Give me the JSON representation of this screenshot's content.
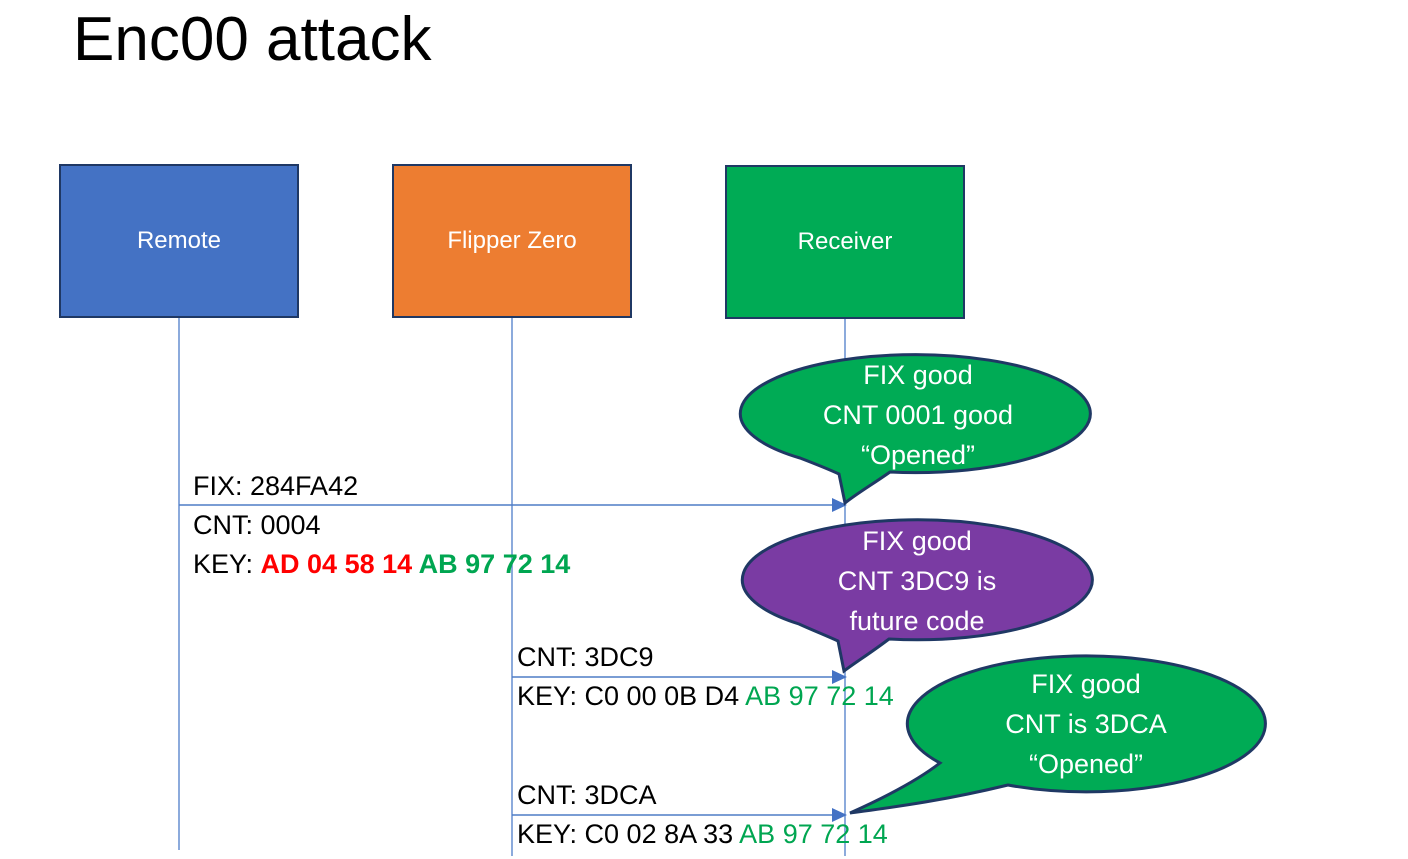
{
  "slide": {
    "title": "Enc00 attack"
  },
  "actors": [
    {
      "id": "remote",
      "label": "Remote",
      "fill": "#4472C4"
    },
    {
      "id": "flipper-zero",
      "label": "Flipper Zero",
      "fill": "#ED7D31"
    },
    {
      "id": "receiver",
      "label": "Receiver",
      "fill": "#00AB55"
    }
  ],
  "messages": [
    {
      "from": "remote",
      "to": "receiver",
      "above": "FIX: 284FA42",
      "below_line1": "CNT: 0004",
      "key_prefix": "KEY: ",
      "key_red": "AD 04 58 14 ",
      "key_green": "AB 97 72 14"
    },
    {
      "from": "flipper-zero",
      "to": "receiver",
      "above": "CNT: 3DC9",
      "key_prefix": "KEY: C0 00 0B D4 ",
      "key_green": "AB 97 72 14"
    },
    {
      "from": "flipper-zero",
      "to": "receiver",
      "above": "CNT: 3DCA",
      "key_prefix": "KEY: C0 02 8A 33 ",
      "key_green": "AB 97 72 14"
    }
  ],
  "callouts": [
    {
      "color": "#00AB55",
      "lines": [
        "FIX good",
        "CNT 0001 good",
        "“Opened”"
      ]
    },
    {
      "color": "#7A3BA3",
      "lines": [
        "FIX good",
        "CNT 3DC9 is",
        "future code"
      ]
    },
    {
      "color": "#00AB55",
      "lines": [
        "FIX good",
        "CNT is 3DCA",
        "“Opened”"
      ]
    }
  ],
  "colors": {
    "outline": "#1F3864",
    "connector": "#4472C4",
    "key_red": "#FF0000",
    "key_green": "#00A651",
    "text": "#000000",
    "bubble_text": "#FFFFFF"
  }
}
